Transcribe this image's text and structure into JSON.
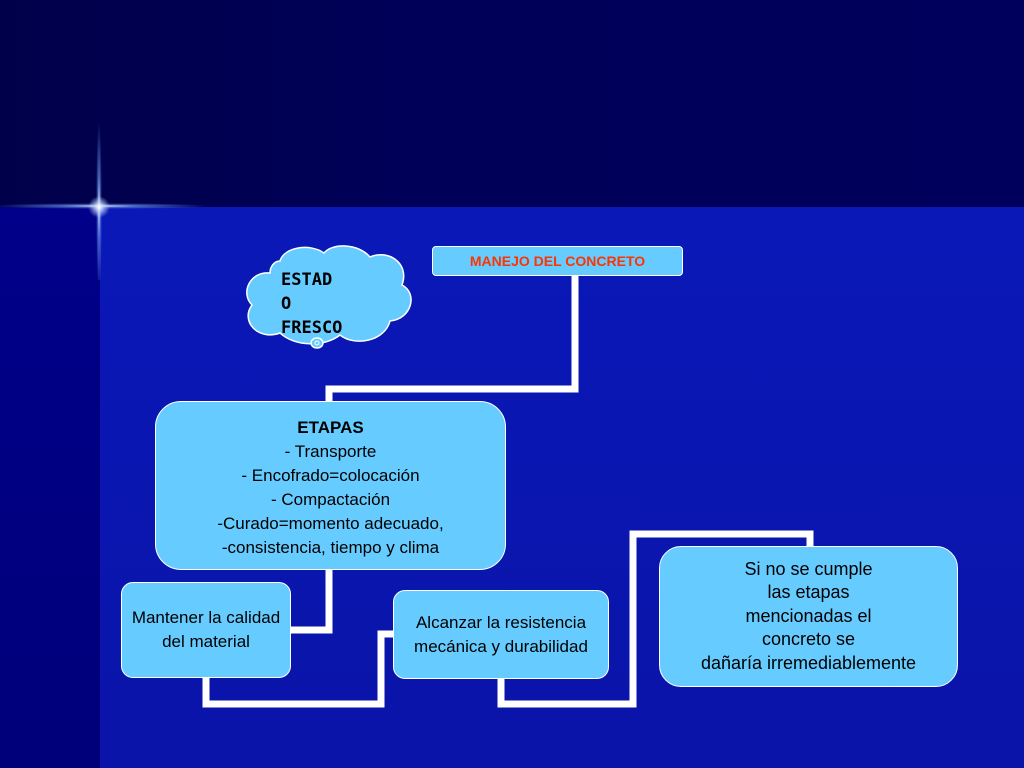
{
  "cloud": {
    "text": "ESTAD\nO\nFRESCO"
  },
  "root": {
    "label": "MANEJO DEL CONCRETO"
  },
  "etapas": {
    "title": "ETAPAS",
    "lines": [
      "- Transporte",
      "- Encofrado=colocación",
      "- Compactación",
      "-Curado=momento adecuado,",
      "-consistencia, tiempo y clima"
    ]
  },
  "calidad": {
    "lines": [
      "Mantener la calidad",
      "del material"
    ]
  },
  "resistencia": {
    "lines": [
      "Alcanzar la resistencia",
      "mecánica y durabilidad"
    ]
  },
  "cumple": {
    "lines": [
      "Si no se cumple",
      "las etapas",
      "mencionadas el",
      "concreto se",
      "dañaría irremediablemente"
    ]
  },
  "colors": {
    "box_fill": "#66ccff",
    "root_text": "#ff3300",
    "connector": "#ffffff",
    "background": "#0a14a8"
  }
}
